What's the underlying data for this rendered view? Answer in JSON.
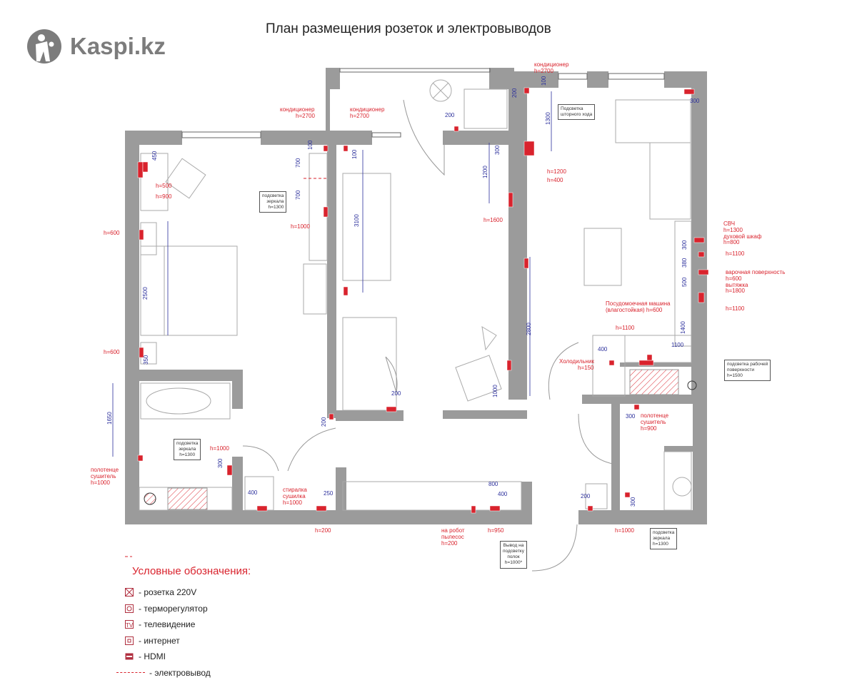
{
  "header": {
    "title": "План размещения розеток и электровыводов",
    "logo_text": "Kaspi.kz"
  },
  "colors": {
    "wall": "#9b9b9b",
    "outlet": "#d9232d",
    "dimension": "#2b2f9c"
  },
  "labels": {
    "ac1": "кондиционер",
    "ac1h": "h=2700",
    "ac2": "кондиционер",
    "ac2h": "h=2700",
    "ac3": "кондиционер",
    "ac3h": "h=2700",
    "h500": "h=500",
    "h900": "h=900",
    "h600a": "h=600",
    "h600b": "h=600",
    "h1000a": "h=1000",
    "h1600": "h=1600",
    "h1200": "h=1200",
    "h400": "h=400",
    "svch": "СВЧ",
    "svch_h": "h=1300",
    "oven": "духовой шкаф",
    "oven_h": "h=800",
    "h1100a": "h=1100",
    "hob": "варочная поверхность",
    "hob_h": "h=600",
    "hood": "вытяжка",
    "hood_h": "h=1800",
    "h1100b": "h=1100",
    "dishwasher": "Посудомоечная машина",
    "dishwasher2": "(влагостойкая) h=600",
    "h1100c": "h=1100",
    "fridge": "Холодильник",
    "fridge_h": "h=150",
    "towel1": "полотенце",
    "towel1b": "сушитель",
    "towel1h": "h=900",
    "towel2": "полотенце",
    "towel2b": "сушитель",
    "towel2h": "h=1000",
    "h1000b": "h=1000",
    "washer": "стиралка",
    "washer2": "сушилка",
    "washer_h": "h=1000",
    "h200": "h=200",
    "robot": "на робот",
    "robot2": "пылесос",
    "robot_h": "h=200",
    "h950": "h=950",
    "h1000c": "h=1000"
  },
  "notes": {
    "mirror1": [
      "подсветка",
      "зеркала",
      "h=1300"
    ],
    "curtain": [
      "Подсветка",
      "шторного хода"
    ],
    "worktop": [
      "подсветка рабочей",
      "поверхности",
      "h=1500"
    ],
    "mirror2": [
      "подсветка",
      "зеркала",
      "h=1300"
    ],
    "mirror3": [
      "подсветка",
      "зеркала",
      "h=1300"
    ],
    "shelves": [
      "Вывод на",
      "подсветку",
      "полок",
      "h=1000*"
    ]
  },
  "dimensions": {
    "d450": "450",
    "d100a": "100",
    "d100b": "100",
    "d700a": "700",
    "d700b": "700",
    "d3100": "3100",
    "d2500": "2500",
    "d350": "350",
    "d1650": "1650",
    "d200a": "200",
    "d100c": "100",
    "d1300": "1300",
    "d200b": "200",
    "d300a": "300",
    "d1200": "1200",
    "d300b": "300",
    "d2800": "2800",
    "d300c": "300",
    "d380": "380",
    "d500": "500",
    "d1400": "1400",
    "d1100": "1100",
    "d400a": "400",
    "d1000": "1000",
    "d200c": "200",
    "d200d": "200",
    "d300d": "300",
    "d400b": "400",
    "d250": "250",
    "d800": "800",
    "d400c": "400",
    "d300e": "300",
    "d200e": "200",
    "d300f": "300"
  },
  "legend": {
    "title": "Условные обозначения:",
    "items": [
      {
        "icon": "socket-220v-icon",
        "label": "- розетка 220V"
      },
      {
        "icon": "thermostat-icon",
        "label": "- терморегулятор"
      },
      {
        "icon": "tv-icon",
        "label": "- телевидение"
      },
      {
        "icon": "internet-icon",
        "label": "- интернет"
      },
      {
        "icon": "hdmi-icon",
        "label": "- HDMI"
      },
      {
        "icon": "wire-outlet-dashed-icon",
        "label": "- электровывод"
      }
    ]
  }
}
